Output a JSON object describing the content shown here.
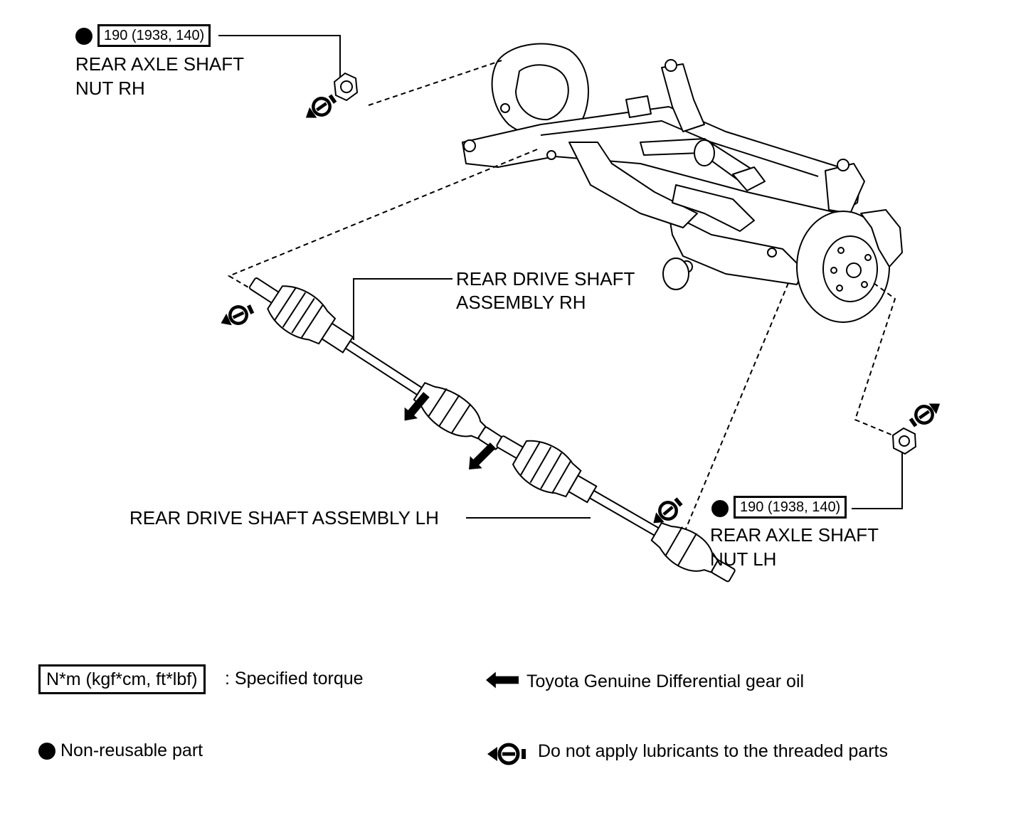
{
  "callouts": {
    "nut_rh": {
      "torque": "190 (1938, 140)",
      "label_line1": "REAR AXLE SHAFT",
      "label_line2": "NUT RH"
    },
    "nut_lh": {
      "torque": "190 (1938, 140)",
      "label_line1": "REAR AXLE SHAFT",
      "label_line2": "NUT LH"
    },
    "shaft_rh": {
      "label_line1": "REAR DRIVE SHAFT",
      "label_line2": "ASSEMBLY RH"
    },
    "shaft_lh": {
      "label": "REAR DRIVE SHAFT ASSEMBLY LH"
    }
  },
  "legend": {
    "torque_unit": "N*m (kgf*cm, ft*lbf)",
    "torque_desc": ": Specified torque",
    "gear_oil": "Toyota Genuine Differential gear oil",
    "non_reusable": "Non-reusable part",
    "no_lubricant": "Do not apply lubricants to the threaded parts"
  },
  "icons": [
    "non-reusable-dot-icon",
    "gear-oil-arrow-icon",
    "no-lubricant-icon"
  ],
  "colors": {
    "ink": "#000000",
    "paper": "#ffffff"
  }
}
